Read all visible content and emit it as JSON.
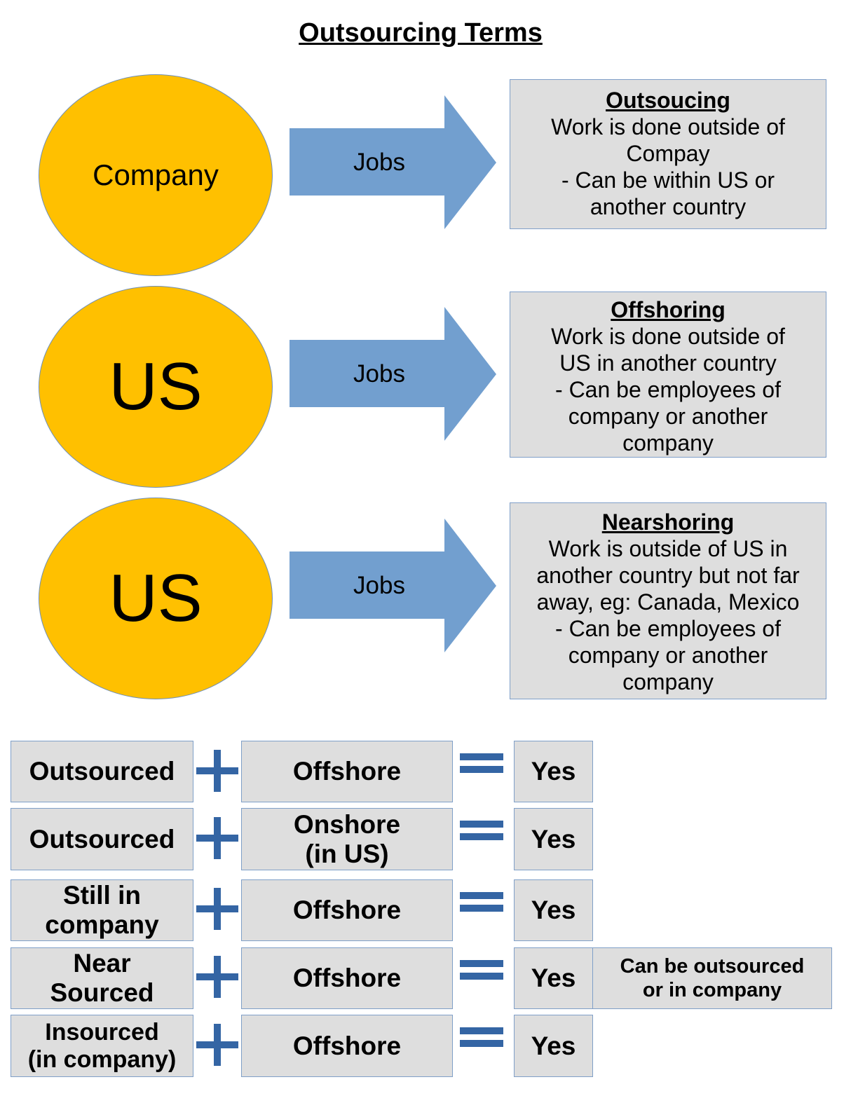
{
  "title": "Outsourcing Terms",
  "rows": [
    {
      "circle": "Company",
      "arrow": "Jobs",
      "heading": "Outsoucing",
      "lines": [
        "Work is done outside of",
        "Compay",
        "- Can be within US or",
        "another country"
      ]
    },
    {
      "circle": "US",
      "arrow": "Jobs",
      "heading": "Offshoring",
      "lines": [
        "Work is done outside of",
        "US in another country",
        "- Can be employees of",
        "company or another",
        "company"
      ]
    },
    {
      "circle": "US",
      "arrow": "Jobs",
      "heading": "Nearshoring",
      "lines": [
        "Work is outside of US in",
        "another country but not far",
        "away, eg: Canada, Mexico",
        "- Can be employees of",
        "company or another",
        "company"
      ]
    }
  ],
  "equations": [
    {
      "left": [
        "Outsourced"
      ],
      "right": [
        "Offshore"
      ],
      "result": "Yes"
    },
    {
      "left": [
        "Outsourced"
      ],
      "right": [
        "Onshore",
        "(in US)"
      ],
      "result": "Yes"
    },
    {
      "left": [
        "Still in",
        "company"
      ],
      "right": [
        "Offshore"
      ],
      "result": "Yes"
    },
    {
      "left": [
        "Near",
        "Sourced"
      ],
      "right": [
        "Offshore"
      ],
      "result": "Yes",
      "note": [
        "Can be outsourced",
        "or in company"
      ]
    },
    {
      "left": [
        "Insourced",
        "(in company)"
      ],
      "right": [
        "Offshore"
      ],
      "result": "Yes"
    }
  ],
  "colors": {
    "circle_fill": "#ffc000",
    "arrow_fill": "#729fcf",
    "box_fill": "#dedede",
    "operator": "#3465a4"
  }
}
